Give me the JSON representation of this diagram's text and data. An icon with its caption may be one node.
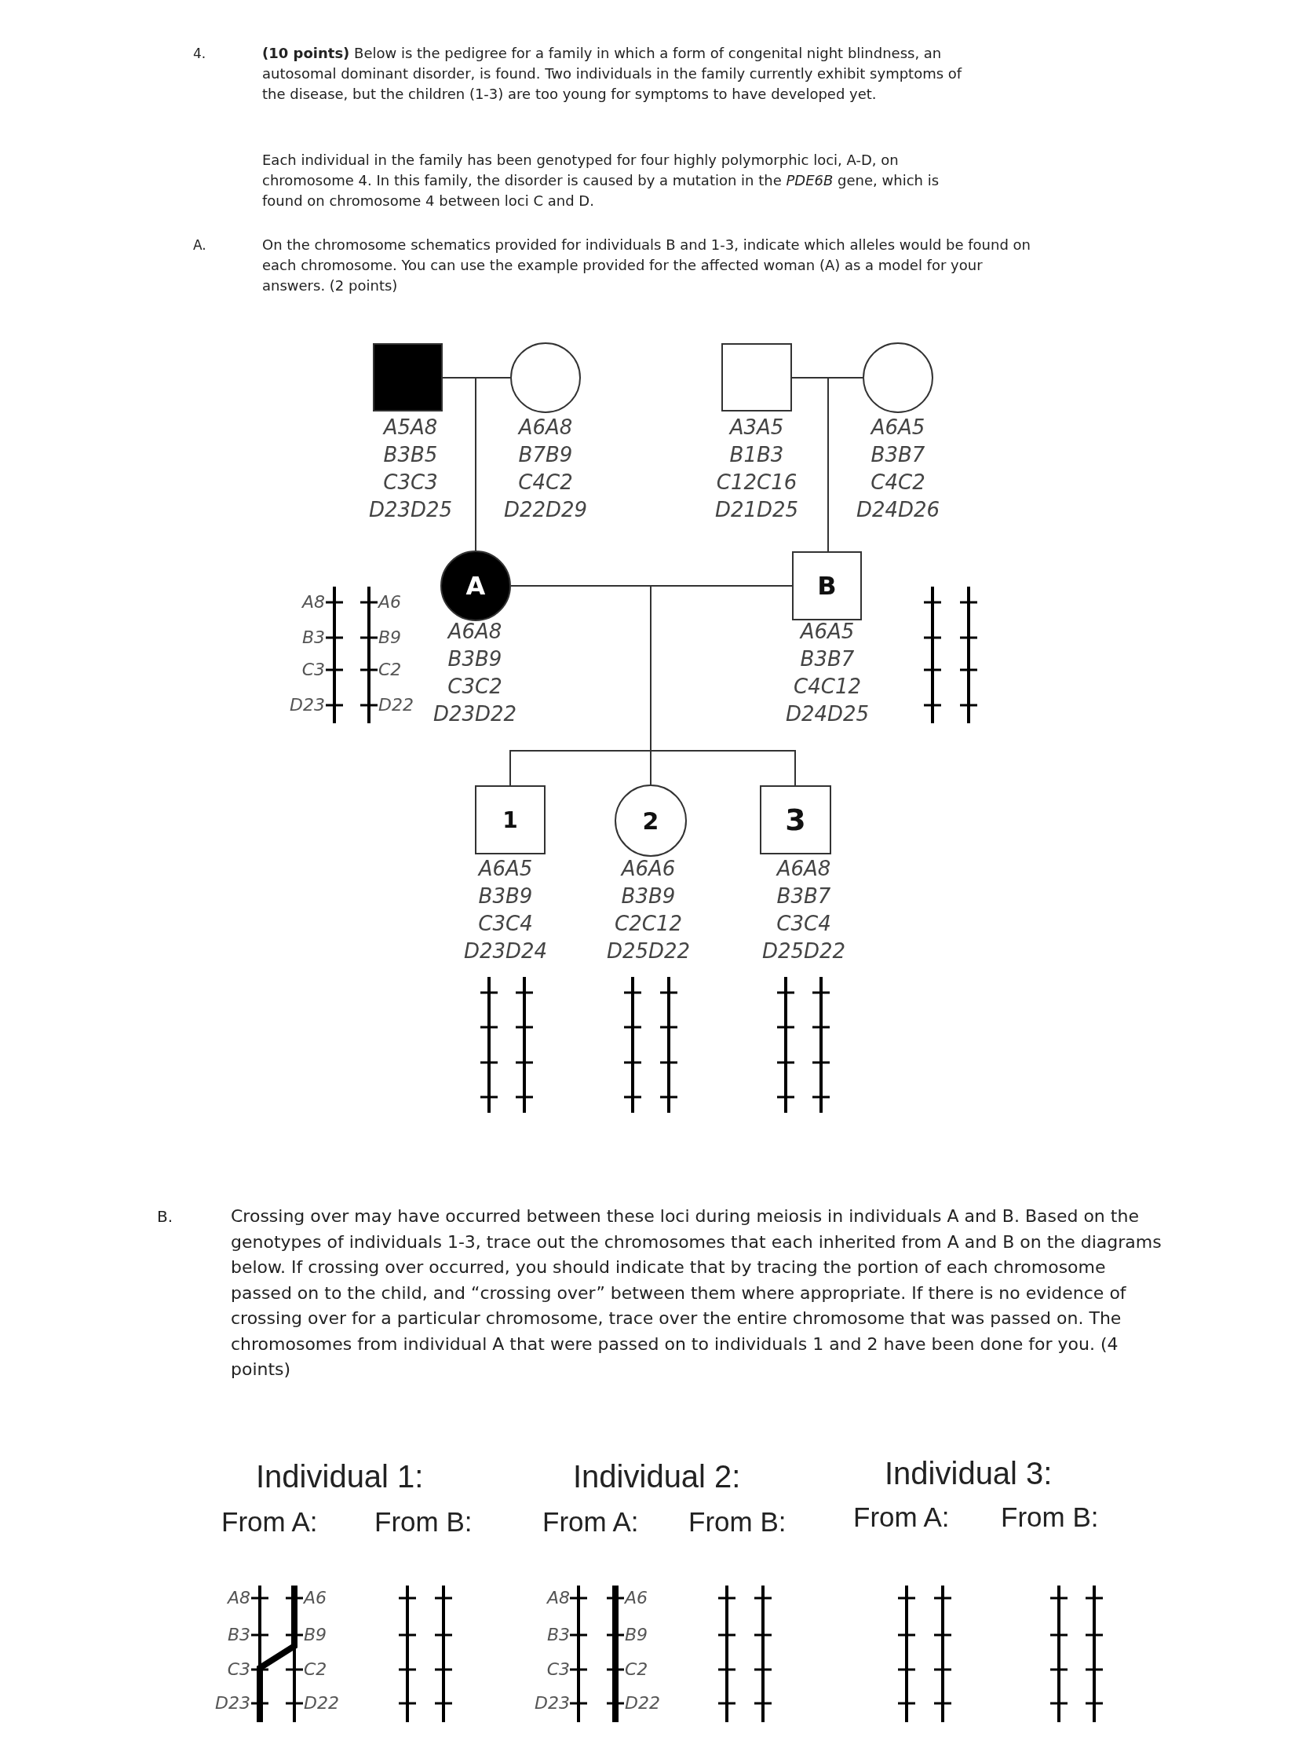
{
  "diagram": {
    "nodes": [
      {
        "text": [],
        "shape": "box",
        "beside": [
          "A5A8",
          "B3B5",
          "C3C3",
          "D23D25"
        ]
      },
      {
        "text": [],
        "shape": "circle",
        "beside": [
          "A6A8",
          "B7B9",
          "C4C2",
          "D22D29"
        ]
      },
      {
        "text": [],
        "shape": "box",
        "beside": [
          "A3A5",
          "B1B3",
          "C12C16",
          "D21D25"
        ]
      },
      {
        "text": [],
        "shape": "circle",
        "beside": [
          "A6A5",
          "B3B7",
          "C4C2",
          "D24D26"
        ]
      },
      {
        "text": [
          "A"
        ],
        "beside": [
          "A6A8",
          "B3B9",
          "C3C2",
          "D23D22"
        ]
      },
      {
        "text": [
          "B"
        ],
        "beside": [
          "A6A5",
          "B3B7",
          "C4C12",
          "D24D25"
        ]
      },
      {
        "text": [
          "1"
        ],
        "beside": [
          "A6A5",
          "B3B9",
          "C3C4",
          "D23D24"
        ]
      },
      {
        "text": [
          "2"
        ],
        "beside": [
          "A6A6",
          "B3B9",
          "C2C12",
          "D25D22"
        ]
      },
      {
        "text": [
          "3"
        ],
        "beside": [
          "A6A8",
          "B3B7",
          "C3C4",
          "D25D22"
        ]
      }
    ],
    "edges": [
      {
        "from": 0,
        "to": 4,
        "arrow": "none"
      },
      {
        "from": 1,
        "to": 4,
        "arrow": "none"
      },
      {
        "from": 2,
        "to": 5,
        "arrow": "none"
      },
      {
        "from": 3,
        "to": 5,
        "arrow": "none"
      },
      {
        "from": 4,
        "to": 6,
        "arrow": "none"
      },
      {
        "from": 4,
        "to": 7,
        "arrow": "none"
      },
      {
        "from": 4,
        "to": 8,
        "arrow": "none"
      },
      {
        "from": 5,
        "to": 6,
        "arrow": "none"
      },
      {
        "from": 5,
        "to": 7,
        "arrow": "none"
      },
      {
        "from": 5,
        "to": 8,
        "arrow": "none"
      }
    ],
    "labels": [
      "4.",
      "**(10 points)** Below is the pedigree for a family in which a form of congenital night blindness, an autosomal dominant disorder, is found. Two individuals in the family currently exhibit symptoms of the disease, but the children (1-3) are too young for symptoms to have developed yet.",
      "Each individual in the family has been genotyped for four highly polymorphic loci, A-D, on chromosome 4. In this family, the disorder is caused by a mutation in the *PDE6B* gene, which is found on chromosome 4 between loci C and D.",
      "A.",
      "On the chromosome schematics provided for individuals B and 1-3, indicate which alleles would be found on each chromosome. You can use the example provided for the affected woman (A) as a model for your answers. (2 points)",
      "A8",
      "A6",
      "B3",
      "B9",
      "C3",
      "C2",
      "D23",
      "D22",
      "B.",
      "Crossing over may have occurred between these loci during meiosis in individuals A and B.  Based on the genotypes of individuals 1-3, trace out the chromosomes that each inherited from A and B on the diagrams below. If crossing over occurred, you should indicate that by tracing the portion of each chromosome passed on to the child, and “crossing over” between them where appropriate. If there is no evidence of crossing over for a particular chromosome, trace over the entire chromosome that was passed on. The chromosomes from individual A that were passed on to individuals 1 and 2 have been done for you. (4 points)",
      "Individual 1:",
      "Individual 2:",
      "Individual 3:",
      "From A:",
      "From B:",
      "From A:",
      "From B:",
      "From A:",
      "From B:",
      "A8",
      "A6",
      "B3",
      "B9",
      "C3",
      "C2",
      "D23",
      "D22",
      "A8",
      "A6",
      "B3",
      "B9",
      "C3",
      "C2",
      "D23",
      "D22"
    ]
  }
}
